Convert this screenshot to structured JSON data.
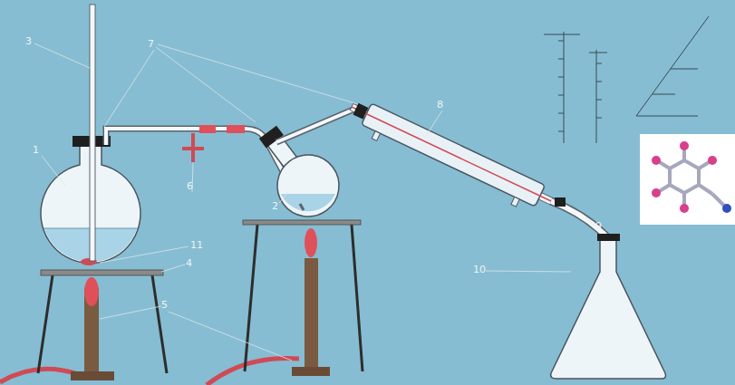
{
  "diagram": {
    "labels": [
      "3",
      "7",
      "8",
      "1",
      "6",
      "2",
      "11",
      "9",
      "4",
      "10",
      "5"
    ]
  }
}
